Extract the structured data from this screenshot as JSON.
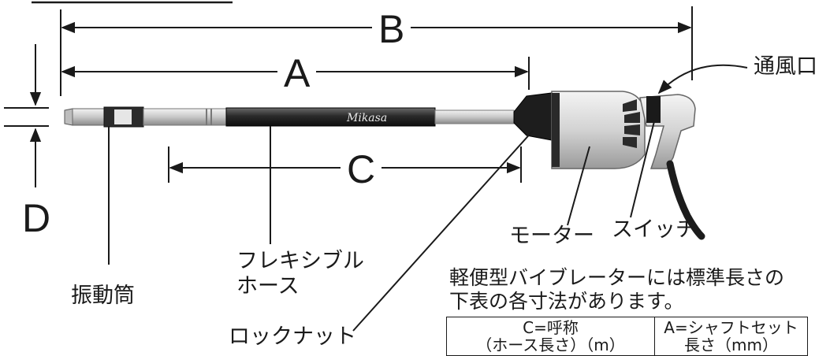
{
  "dimensions": {
    "a": "A",
    "b": "B",
    "c": "C",
    "d": "D"
  },
  "parts": {
    "vent": "通風口",
    "motor": "モーター",
    "switch": "スイッチ",
    "hose_line1": "フレキシブル",
    "hose_line2": "ホース",
    "vibrator_tube": "振動筒",
    "lock_nut": "ロックナット",
    "brand": "Mikasa"
  },
  "note": {
    "line1": "軽便型バイブレーターには標準長さの",
    "line2": "下表の各寸法があります。"
  },
  "table": {
    "col1_line1": "C=呼称",
    "col1_line2": "（ホース長さ）（m）",
    "col2_line1": "A=シャフトセット",
    "col2_line2": "長さ（mm）"
  }
}
